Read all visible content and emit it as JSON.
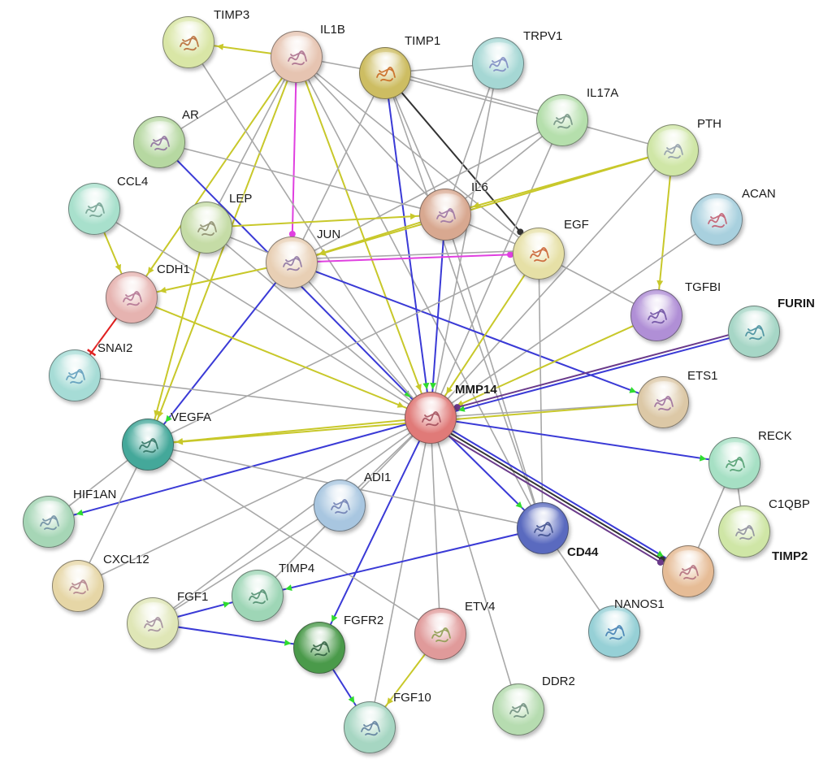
{
  "nodes": [
    {
      "id": "TIMP3",
      "label": "TIMP3",
      "color": "#d9e6a6",
      "struct": "#b5652e"
    },
    {
      "id": "IL1B",
      "label": "IL1B",
      "color": "#e6c4b1",
      "struct": "#a86a8a"
    },
    {
      "id": "TIMP1",
      "label": "TIMP1",
      "color": "#cdbd62",
      "struct": "#c86418"
    },
    {
      "id": "TRPV1",
      "label": "TRPV1",
      "color": "#a5d7d4",
      "struct": "#7a86c0"
    },
    {
      "id": "IL17A",
      "label": "IL17A",
      "color": "#b5dfac",
      "struct": "#6f8f7f"
    },
    {
      "id": "PTH",
      "label": "PTH",
      "color": "#cfe6a6",
      "struct": "#8e9aa8"
    },
    {
      "id": "AR",
      "label": "AR",
      "color": "#b6d8a1",
      "struct": "#8a6a9a"
    },
    {
      "id": "CCL4",
      "label": "CCL4",
      "color": "#a8e0cc",
      "struct": "#6f9e8e"
    },
    {
      "id": "LEP",
      "label": "LEP",
      "color": "#c5dca6",
      "struct": "#8a8a6a"
    },
    {
      "id": "IL6",
      "label": "IL6",
      "color": "#d8a890",
      "struct": "#9a70a0"
    },
    {
      "id": "ACAN",
      "label": "ACAN",
      "color": "#a8d0de",
      "struct": "#c0566a"
    },
    {
      "id": "JUN",
      "label": "JUN",
      "color": "#e8cfb4",
      "struct": "#8a70a0"
    },
    {
      "id": "EGF",
      "label": "EGF",
      "color": "#e6e0a6",
      "struct": "#c85a2a"
    },
    {
      "id": "CDH1",
      "label": "CDH1",
      "color": "#e6b3b0",
      "struct": "#b07090"
    },
    {
      "id": "TGFBI",
      "label": "TGFBI",
      "color": "#b08fd6",
      "struct": "#6a4aa0"
    },
    {
      "id": "FURIN",
      "label": "FURIN",
      "color": "#a6d6c6",
      "struct": "#3e8a9a",
      "bold": true
    },
    {
      "id": "SNAI2",
      "label": "SNAI2",
      "color": "#a6dcd6",
      "struct": "#5a9aba"
    },
    {
      "id": "MMP14",
      "label": "MMP14",
      "color": "#e07a78",
      "struct": "#a04a58",
      "bold": true
    },
    {
      "id": "ETS1",
      "label": "ETS1",
      "color": "#dcc8a6",
      "struct": "#9a6a9a"
    },
    {
      "id": "VEGFA",
      "label": "VEGFA",
      "color": "#44a89a",
      "struct": "#2a6e5e"
    },
    {
      "id": "RECK",
      "label": "RECK",
      "color": "#a6e0c4",
      "struct": "#4a9a6a"
    },
    {
      "id": "ADI1",
      "label": "ADI1",
      "color": "#a8c6e0",
      "struct": "#6a7ab0"
    },
    {
      "id": "C1QBP",
      "label": "C1QBP",
      "color": "#cfe6a6",
      "struct": "#8a8a9a"
    },
    {
      "id": "HIF1AN",
      "label": "HIF1AN",
      "color": "#a6d6b6",
      "struct": "#6a8aa0"
    },
    {
      "id": "CD44",
      "label": "CD44",
      "color": "#5a6abf",
      "struct": "#3a4a8a",
      "bold": true
    },
    {
      "id": "TIMP2",
      "label": "TIMP2",
      "color": "#e6bc96",
      "struct": "#b06a7a",
      "bold": true
    },
    {
      "id": "CXCL12",
      "label": "CXCL12",
      "color": "#e6d6a6",
      "struct": "#b0808a"
    },
    {
      "id": "TIMP4",
      "label": "TIMP4",
      "color": "#9ed6b6",
      "struct": "#4a8a6a"
    },
    {
      "id": "FGF1",
      "label": "FGF1",
      "color": "#dfe6b6",
      "struct": "#a08a9a"
    },
    {
      "id": "FGFR2",
      "label": "FGFR2",
      "color": "#4a9a4a",
      "struct": "#2a5a3a"
    },
    {
      "id": "ETV4",
      "label": "ETV4",
      "color": "#e09a9a",
      "struct": "#8a9a4a"
    },
    {
      "id": "NANOS1",
      "label": "NANOS1",
      "color": "#96d0d6",
      "struct": "#3a7ab0"
    },
    {
      "id": "DDR2",
      "label": "DDR2",
      "color": "#b6dcb0",
      "struct": "#6a8a7a"
    },
    {
      "id": "FGF10",
      "label": "FGF10",
      "color": "#a6d6c2",
      "struct": "#5a7a9a"
    }
  ],
  "edge_colors": {
    "default": "#a8a8a8",
    "binding": "#3a3ad6",
    "activation": "#2fdc2f",
    "expression": "#c8c82a",
    "inhibition": "#e02020",
    "ptmod": "#e040e0",
    "catalysis": "#333333",
    "reaction": "#6a3a8a"
  },
  "edges": [
    [
      "IL1B",
      "TIMP1",
      "default"
    ],
    [
      "IL1B",
      "JUN",
      "ptmod"
    ],
    [
      "IL1B",
      "VEGFA",
      "expression"
    ],
    [
      "IL1B",
      "CDH1",
      "expression"
    ],
    [
      "IL1B",
      "MMP14",
      "expression"
    ],
    [
      "IL1B",
      "IL6",
      "default"
    ],
    [
      "IL1B",
      "CD44",
      "default"
    ],
    [
      "IL1B",
      "LEP",
      "default"
    ],
    [
      "IL1B",
      "TIMP3",
      "expression"
    ],
    [
      "IL1B",
      "AR",
      "default"
    ],
    [
      "IL1B",
      "EGF",
      "default"
    ],
    [
      "TIMP1",
      "MMP14",
      "binding"
    ],
    [
      "TIMP1",
      "EGF",
      "catalysis"
    ],
    [
      "TIMP1",
      "IL6",
      "default"
    ],
    [
      "TIMP1",
      "CD44",
      "default"
    ],
    [
      "TIMP1",
      "IL17A",
      "default"
    ],
    [
      "TIMP1",
      "JUN",
      "default"
    ],
    [
      "TIMP1",
      "TRPV1",
      "default"
    ],
    [
      "TIMP3",
      "MMP14",
      "default"
    ],
    [
      "TRPV1",
      "MMP14",
      "default"
    ],
    [
      "TRPV1",
      "IL6",
      "default"
    ],
    [
      "IL17A",
      "IL6",
      "default"
    ],
    [
      "IL17A",
      "MMP14",
      "default"
    ],
    [
      "IL17A",
      "JUN",
      "default"
    ],
    [
      "IL17A",
      "TIMP1",
      "default"
    ],
    [
      "PTH",
      "IL6",
      "expression"
    ],
    [
      "PTH",
      "TGFBI",
      "expression"
    ],
    [
      "PTH",
      "MMP14",
      "default"
    ],
    [
      "PTH",
      "JUN",
      "expression"
    ],
    [
      "PTH",
      "IL17A",
      "default"
    ],
    [
      "AR",
      "MMP14",
      "binding"
    ],
    [
      "AR",
      "IL6",
      "default"
    ],
    [
      "CCL4",
      "CDH1",
      "expression"
    ],
    [
      "CCL4",
      "MMP14",
      "default"
    ],
    [
      "LEP",
      "JUN",
      "default"
    ],
    [
      "LEP",
      "IL6",
      "expression"
    ],
    [
      "LEP",
      "MMP14",
      "default"
    ],
    [
      "LEP",
      "VEGFA",
      "expression"
    ],
    [
      "IL6",
      "MMP14",
      "binding"
    ],
    [
      "IL6",
      "CD44",
      "default"
    ],
    [
      "IL6",
      "JUN",
      "expression"
    ],
    [
      "IL6",
      "EGF",
      "default"
    ],
    [
      "ACAN",
      "MMP14",
      "default"
    ],
    [
      "JUN",
      "MMP14",
      "default"
    ],
    [
      "JUN",
      "ETS1",
      "binding"
    ],
    [
      "JUN",
      "VEGFA",
      "binding"
    ],
    [
      "JUN",
      "EGF",
      "ptmod"
    ],
    [
      "JUN",
      "CDH1",
      "expression"
    ],
    [
      "EGF",
      "MMP14",
      "expression"
    ],
    [
      "EGF",
      "TGFBI",
      "default"
    ],
    [
      "EGF",
      "CD44",
      "default"
    ],
    [
      "EGF",
      "JUN",
      "default"
    ],
    [
      "EGF",
      "VEGFA",
      "default"
    ],
    [
      "CDH1",
      "MMP14",
      "expression"
    ],
    [
      "CDH1",
      "SNAI2",
      "inhibition"
    ],
    [
      "TGFBI",
      "MMP14",
      "expression"
    ],
    [
      "FURIN",
      "MMP14",
      "binding"
    ],
    [
      "FURIN",
      "MMP14",
      "reaction"
    ],
    [
      "SNAI2",
      "MMP14",
      "default"
    ],
    [
      "MMP14",
      "ETS1",
      "default"
    ],
    [
      "MMP14",
      "VEGFA",
      "expression"
    ],
    [
      "MMP14",
      "RECK",
      "binding"
    ],
    [
      "MMP14",
      "CD44",
      "binding"
    ],
    [
      "MMP14",
      "TIMP2",
      "binding"
    ],
    [
      "MMP14",
      "TIMP2",
      "catalysis"
    ],
    [
      "MMP14",
      "TIMP2",
      "reaction"
    ],
    [
      "MMP14",
      "HIF1AN",
      "binding"
    ],
    [
      "MMP14",
      "FGFR2",
      "binding"
    ],
    [
      "MMP14",
      "ADI1",
      "default"
    ],
    [
      "MMP14",
      "ETV4",
      "default"
    ],
    [
      "MMP14",
      "DDR2",
      "default"
    ],
    [
      "MMP14",
      "FGF10",
      "default"
    ],
    [
      "MMP14",
      "CXCL12",
      "default"
    ],
    [
      "MMP14",
      "TIMP4",
      "default"
    ],
    [
      "MMP14",
      "FGF1",
      "default"
    ],
    [
      "ETS1",
      "VEGFA",
      "expression"
    ],
    [
      "VEGFA",
      "HIF1AN",
      "default"
    ],
    [
      "VEGFA",
      "CXCL12",
      "default"
    ],
    [
      "VEGFA",
      "ETV4",
      "default"
    ],
    [
      "VEGFA",
      "CD44",
      "default"
    ],
    [
      "RECK",
      "C1QBP",
      "default"
    ],
    [
      "RECK",
      "TIMP2",
      "default"
    ],
    [
      "CD44",
      "TIMP4",
      "binding"
    ],
    [
      "CD44",
      "NANOS1",
      "default"
    ],
    [
      "FGF1",
      "FGFR2",
      "binding"
    ],
    [
      "FGF1",
      "TIMP4",
      "binding"
    ],
    [
      "FGFR2",
      "FGF10",
      "binding"
    ],
    [
      "ETV4",
      "FGF10",
      "expression"
    ],
    [
      "ADI1",
      "FGF1",
      "default"
    ]
  ]
}
